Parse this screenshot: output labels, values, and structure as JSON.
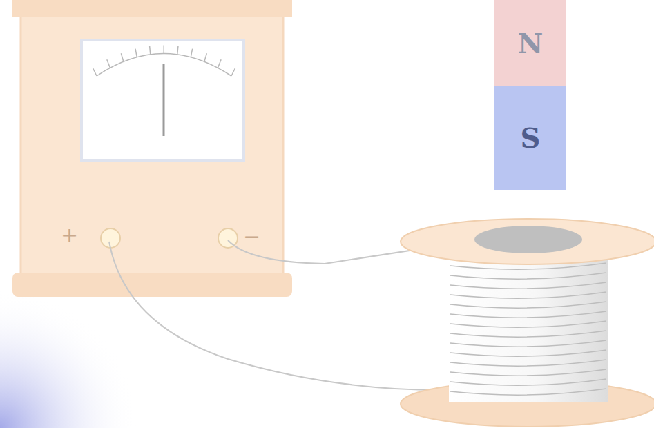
{
  "diagram": {
    "nodes": [
      {
        "text": [
          "N"
        ]
      },
      {
        "text": [
          "S"
        ]
      }
    ],
    "labels": [
      "+",
      "−"
    ]
  }
}
